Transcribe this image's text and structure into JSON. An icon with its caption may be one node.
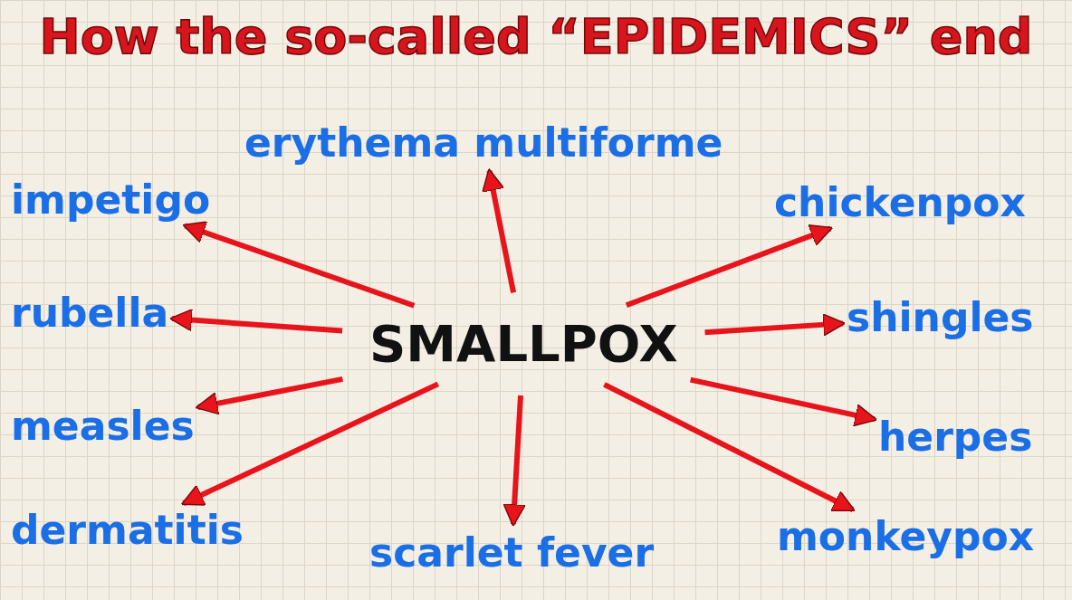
{
  "diagram": {
    "title": "How the so-called “EPIDEMICS” end",
    "nodes": [
      {
        "text": [
          "SMALLPOX"
        ]
      },
      {
        "text": [
          "erythema multiforme"
        ]
      },
      {
        "text": [
          "impetigo"
        ]
      },
      {
        "text": [
          "chickenpox"
        ]
      },
      {
        "text": [
          "rubella"
        ]
      },
      {
        "text": [
          "shingles"
        ]
      },
      {
        "text": [
          "measles"
        ]
      },
      {
        "text": [
          "herpes"
        ]
      },
      {
        "text": [
          "dermatitis"
        ]
      },
      {
        "text": [
          "scarlet fever"
        ]
      },
      {
        "text": [
          "monkeypox"
        ]
      }
    ],
    "edges": [
      {
        "from": 0,
        "to": 1,
        "arrow": "to"
      },
      {
        "from": 0,
        "to": 2,
        "arrow": "to"
      },
      {
        "from": 0,
        "to": 3,
        "arrow": "to"
      },
      {
        "from": 0,
        "to": 4,
        "arrow": "to"
      },
      {
        "from": 0,
        "to": 5,
        "arrow": "to"
      },
      {
        "from": 0,
        "to": 6,
        "arrow": "to"
      },
      {
        "from": 0,
        "to": 7,
        "arrow": "to"
      },
      {
        "from": 0,
        "to": 8,
        "arrow": "to"
      },
      {
        "from": 0,
        "to": 9,
        "arrow": "to"
      },
      {
        "from": 0,
        "to": 10,
        "arrow": "to"
      }
    ]
  }
}
